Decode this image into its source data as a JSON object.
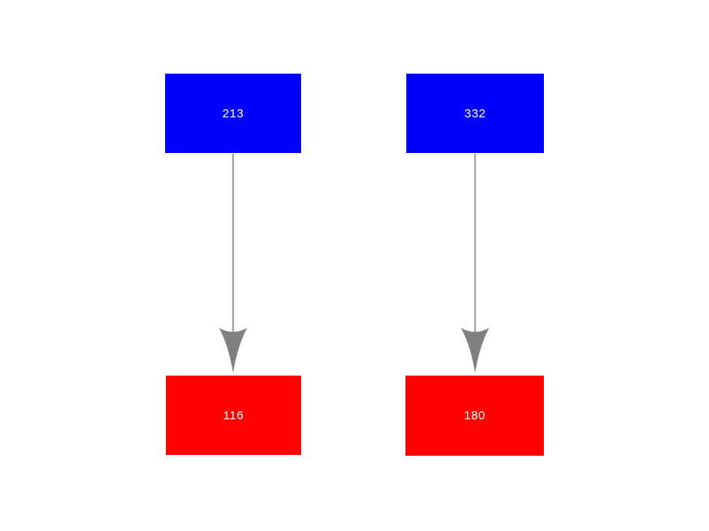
{
  "diagram": {
    "background_color": "#ffffff",
    "node_text_color": "#ffffff",
    "arrow_color": "#808080",
    "flows": [
      {
        "source": {
          "label": "213",
          "color": "#0000ff"
        },
        "target": {
          "label": "116",
          "color": "#ff0000"
        }
      },
      {
        "source": {
          "label": "332",
          "color": "#0000ff"
        },
        "target": {
          "label": "180",
          "color": "#ff0000"
        }
      }
    ]
  }
}
